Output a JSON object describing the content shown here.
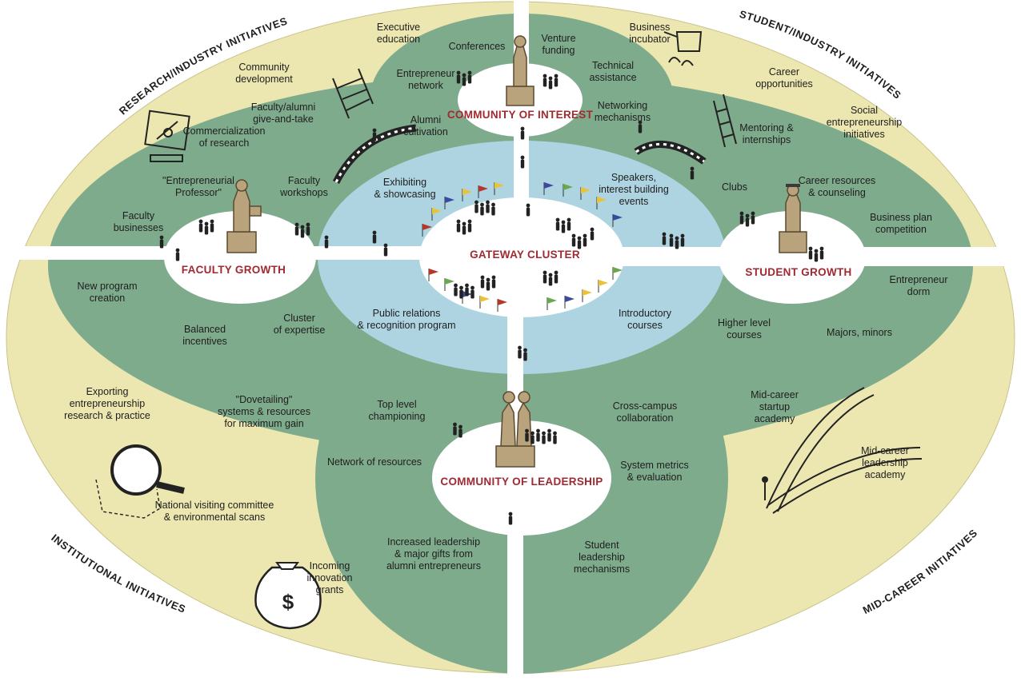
{
  "outer_initiatives": {
    "top_left": "RESEARCH/INDUSTRY INITIATIVES",
    "top_right": "STUDENT/INDUSTRY INITIATIVES",
    "bottom_left": "INSTITUTIONAL INITIATIVES",
    "bottom_right": "MID-CAREER INITIATIVES"
  },
  "hubs": {
    "community_interest": "COMMUNITY OF INTEREST",
    "faculty_growth": "FACULTY GROWTH",
    "student_growth": "STUDENT GROWTH",
    "gateway_cluster": "GATEWAY CLUSTER",
    "community_leadership": "COMMUNITY OF LEADERSHIP"
  },
  "labels": {
    "executive_education": [
      "Executive",
      "education"
    ],
    "community_development": [
      "Community",
      "development"
    ],
    "faculty_alumni": [
      "Faculty/alumni",
      "give-and-take"
    ],
    "commercialization": [
      "Commercialization",
      "of research"
    ],
    "conferences": [
      "Conferences"
    ],
    "entrepreneur_network": [
      "Entrepreneur",
      "network"
    ],
    "alumni_cultivation": [
      "Alumni",
      "cultivation"
    ],
    "venture_funding": [
      "Venture",
      "funding"
    ],
    "technical_assistance": [
      "Technical",
      "assistance"
    ],
    "networking_mechanisms": [
      "Networking",
      "mechanisms"
    ],
    "business_incubator": [
      "Business",
      "incubator"
    ],
    "career_opportunities": [
      "Career",
      "opportunities"
    ],
    "mentoring": [
      "Mentoring &",
      "internships"
    ],
    "social_entrepreneurship": [
      "Social",
      "entrepreneurship",
      "initiatives"
    ],
    "entrepreneurial_professor": [
      "\"Entrepreneurial",
      "Professor\""
    ],
    "faculty_workshops": [
      "Faculty",
      "workshops"
    ],
    "faculty_businesses": [
      "Faculty",
      "businesses"
    ],
    "exhibiting": [
      "Exhibiting",
      "& showcasing"
    ],
    "speakers": [
      "Speakers,",
      "interest building",
      "events"
    ],
    "clubs": [
      "Clubs"
    ],
    "career_resources": [
      "Career resources",
      "& counseling"
    ],
    "business_plan": [
      "Business plan",
      "competition"
    ],
    "new_program": [
      "New program",
      "creation"
    ],
    "cluster_expertise": [
      "Cluster",
      "of expertise"
    ],
    "balanced_incentives": [
      "Balanced",
      "incentives"
    ],
    "public_relations": [
      "Public relations",
      "& recognition program"
    ],
    "introductory_courses": [
      "Introductory",
      "courses"
    ],
    "entrepreneur_dorm": [
      "Entrepreneur",
      "dorm"
    ],
    "higher_level": [
      "Higher level",
      "courses"
    ],
    "majors_minors": [
      "Majors, minors"
    ],
    "exporting": [
      "Exporting",
      "entrepreneurship",
      "research & practice"
    ],
    "dovetailing": [
      "\"Dovetailing\"",
      "systems & resources",
      "for maximum gain"
    ],
    "top_level": [
      "Top level",
      "championing"
    ],
    "network_resources": [
      "Network of resources"
    ],
    "cross_campus": [
      "Cross-campus",
      "collaboration"
    ],
    "system_metrics": [
      "System metrics",
      "& evaluation"
    ],
    "national_visiting": [
      "National visiting committee",
      "& environmental scans"
    ],
    "increased_leadership": [
      "Increased leadership",
      "& major gifts from",
      "alumni entrepreneurs"
    ],
    "student_leadership": [
      "Student",
      "leadership",
      "mechanisms"
    ],
    "incoming_grants": [
      "Incoming",
      "innovation",
      "grants"
    ],
    "mid_career_startup": [
      "Mid-career",
      "startup",
      "academy"
    ],
    "mid_career_leadership": [
      "Mid-career",
      "leadership",
      "academy"
    ]
  },
  "icons": {
    "money_bag": "$"
  },
  "colors": {
    "outer": "#ece7b0",
    "middle": "#7fab8d",
    "gateway": "#aed4e2",
    "hub": "#ffffff",
    "title_red": "#a02a32"
  }
}
